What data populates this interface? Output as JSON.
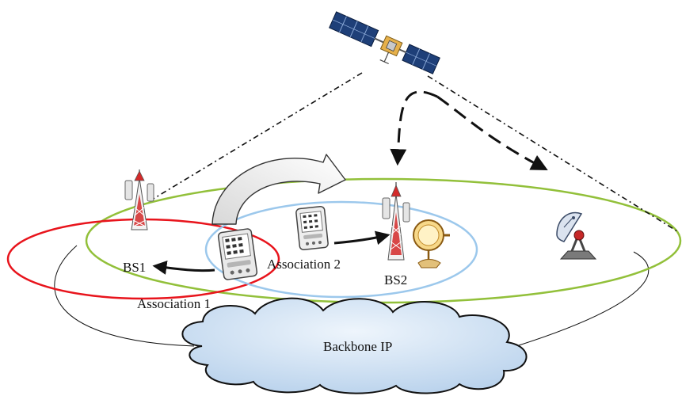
{
  "labels": {
    "bs1": "BS1",
    "bs2": "BS2",
    "association1": "Association 1",
    "association2": "Association 2",
    "backbone": "Backbone IP"
  },
  "colors": {
    "association1_cell": "#e8141c",
    "association2_cell": "#9cc8ec",
    "coverage_cell": "#92c03a",
    "cloud_fill": "#cfe1f3",
    "cloud_stroke": "#111111",
    "tower_red": "#d42a2a",
    "satellite_panel": "#1e3f78"
  },
  "icons": {
    "satellite": "satellite-icon",
    "bs1": "cell-tower-icon",
    "bs2": "cell-tower-icon",
    "dish": "satellite-dish-icon",
    "handheld": "pda-device-icon",
    "terminal": "magnifier-terminal-icon",
    "cloud": "cloud-icon"
  }
}
